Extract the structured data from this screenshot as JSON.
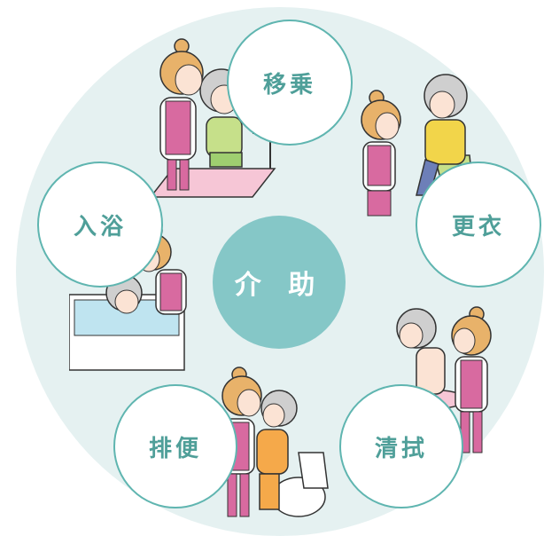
{
  "center_label": "介 助",
  "nodes": {
    "transfer": "移乗",
    "dressing": "更衣",
    "wiping": "清拭",
    "toileting": "排便",
    "bathing": "入浴"
  },
  "colors": {
    "background_circle": "#e5f1f1",
    "center_fill": "#85c7c7",
    "node_border": "#5fb5b0",
    "label_text": "#4f9f99",
    "uniform_pink": "#d86aa0",
    "hair_orange": "#e8b26a",
    "water_blue": "#bfe4f0"
  }
}
